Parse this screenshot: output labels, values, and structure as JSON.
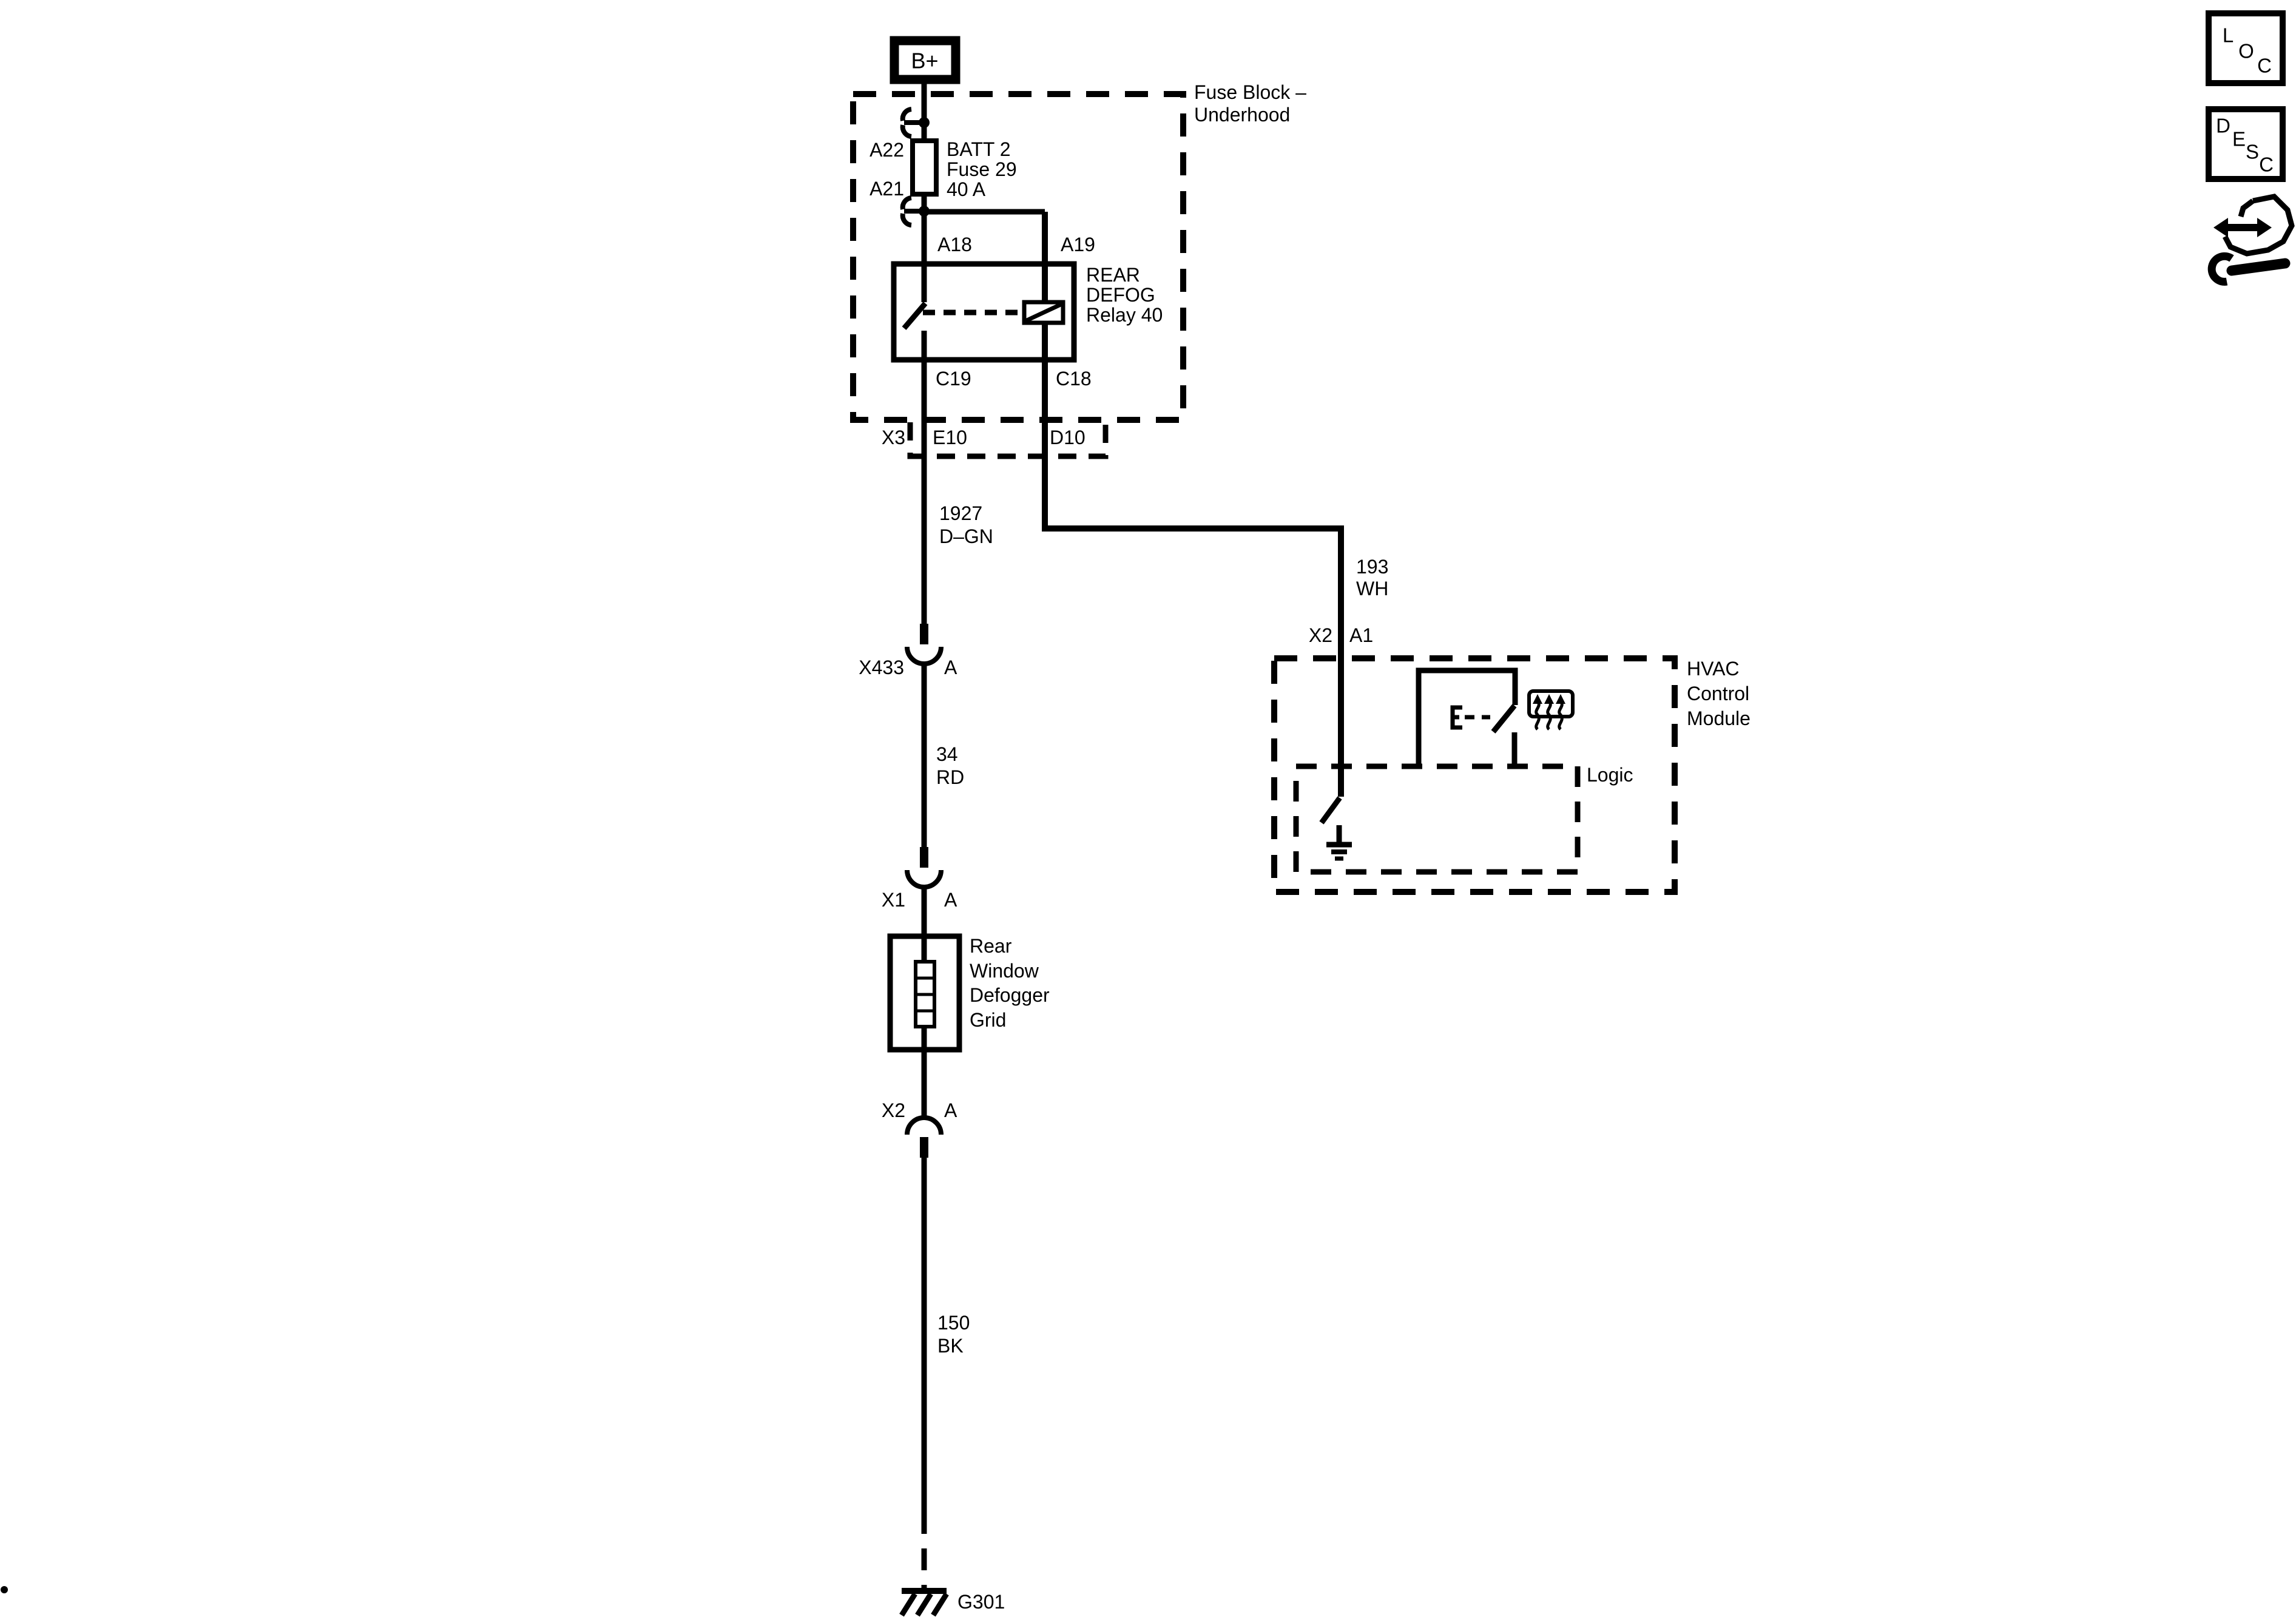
{
  "power": {
    "label": "B+"
  },
  "fuse_block": {
    "name_line1": "Fuse Block –",
    "name_line2": "Underhood",
    "terminal_top": "A22",
    "terminal_bottom": "A21",
    "fuse_line1": "BATT 2",
    "fuse_line2": "Fuse 29",
    "fuse_line3": "40 A",
    "relay": {
      "pin_top_left": "A18",
      "pin_top_right": "A19",
      "pin_bottom_left": "C19",
      "pin_bottom_right": "C18",
      "name_line1": "REAR",
      "name_line2": "DEFOG",
      "name_line3": "Relay 40"
    },
    "connector": {
      "name": "X3",
      "pin_left": "E10",
      "pin_right": "D10"
    }
  },
  "wires": {
    "defog_feed": {
      "circuit": "1927",
      "color": "D–GN"
    },
    "relay_control": {
      "circuit": "193",
      "color": "WH"
    },
    "grid_feed": {
      "circuit": "34",
      "color": "RD"
    },
    "ground_wire": {
      "circuit": "150",
      "color": "BK"
    }
  },
  "connectors": {
    "x433": {
      "name": "X433",
      "pin": "A"
    },
    "x1": {
      "name": "X1",
      "pin": "A"
    },
    "x2": {
      "name": "X2",
      "pin": "A"
    }
  },
  "defogger_grid": {
    "line1": "Rear",
    "line2": "Window",
    "line3": "Defogger",
    "line4": "Grid"
  },
  "hvac": {
    "name_line1": "HVAC",
    "name_line2": "Control",
    "name_line3": "Module",
    "connector": {
      "name": "X2",
      "pin": "A1"
    },
    "logic_label": "Logic"
  },
  "ground": {
    "name": "G301"
  },
  "toolbar": {
    "loc_letters": [
      "L",
      "O",
      "C"
    ],
    "desc_letters": [
      "D",
      "E",
      "S",
      "C"
    ]
  },
  "colors": {
    "line": "#000000",
    "background": "#ffffff"
  }
}
